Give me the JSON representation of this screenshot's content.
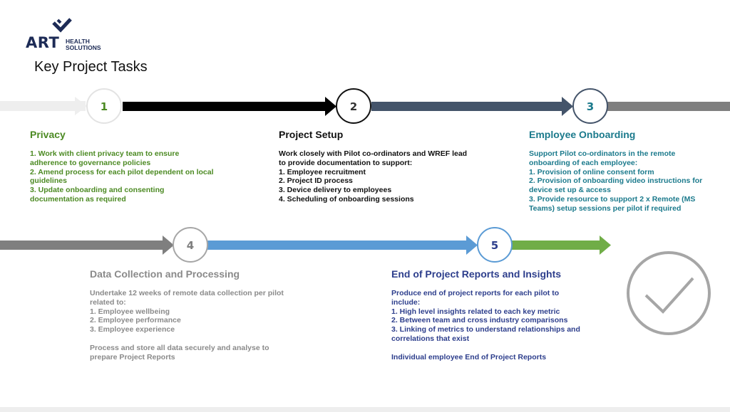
{
  "logo": {
    "name": "ART",
    "sub_line1": "HEALTH",
    "sub_line2": "SOLUTIONS",
    "icon": "logo-chevron-icon"
  },
  "title": "Key Project Tasks",
  "colors": {
    "green": "#4c8a23",
    "teal": "#1b7a8c",
    "navy": "#2d3e8c",
    "grey": "#8a8a8a",
    "arrow_black": "#000000",
    "arrow_slate": "#44546a",
    "arrow_blue": "#5b9bd5",
    "arrow_green": "#70ad47"
  },
  "steps": [
    {
      "number": "1",
      "heading": "Privacy",
      "lines": [
        "1. Work with client privacy team to ensure",
        "adherence to governance policies",
        "2. Amend process for each pilot dependent on local",
        "guidelines",
        "3. Update onboarding and consenting",
        "documentation as required"
      ]
    },
    {
      "number": "2",
      "heading": "Project Setup",
      "lines": [
        "Work closely with Pilot co-ordinators and WREF lead",
        "to provide documentation to support:",
        "1. Employee recruitment",
        "2. Project ID process",
        "3. Device delivery to employees",
        "4. Scheduling of onboarding sessions"
      ]
    },
    {
      "number": "3",
      "heading": "Employee Onboarding",
      "lines": [
        "Support Pilot co-ordinators in the remote",
        "onboarding of each employee:",
        "1. Provision of online consent form",
        "2. Provision of onboarding video instructions for",
        "device set up & access",
        "3. Provide resource to support 2 x Remote (MS",
        "Teams) setup sessions per pilot if required"
      ]
    },
    {
      "number": "4",
      "heading": "Data Collection and Processing",
      "lines": [
        "Undertake 12 weeks of remote data collection per pilot",
        "related to:",
        "1. Employee wellbeing",
        "2. Employee performance",
        "3. Employee experience",
        "",
        "Process and store all data securely and analyse to",
        "prepare Project Reports"
      ]
    },
    {
      "number": "5",
      "heading": "End of Project Reports and Insights",
      "lines": [
        "Produce end of project reports for each pilot to",
        "include:",
        "1. High level insights related to each key metric",
        "2. Between team and cross industry comparisons",
        "3. Linking of metrics to understand relationships and",
        "correlations that exist",
        "",
        "Individual employee End of Project Reports"
      ]
    }
  ],
  "completion_icon": "checkmark-circle-icon"
}
